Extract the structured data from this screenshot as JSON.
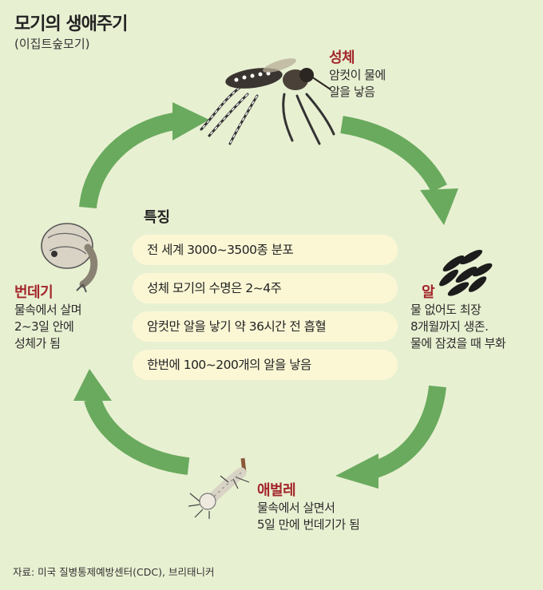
{
  "title": "모기의 생애주기",
  "subtitle": "(이집트숲모기)",
  "stages": {
    "adult": {
      "name": "성체",
      "desc": [
        "암컷이 물에",
        "알을 낳음"
      ]
    },
    "egg": {
      "name": "알",
      "desc": [
        "물 없어도 최장",
        "8개월까지 생존.",
        "물에 잠겼을 때 부화"
      ]
    },
    "larva": {
      "name": "애벌레",
      "desc": [
        "물속에서 살면서",
        "5일 만에 번데기가 됨"
      ]
    },
    "pupa": {
      "name": "번데기",
      "desc": [
        "물속에서 살며",
        "2~3일 안에",
        "성체가 됨"
      ]
    }
  },
  "features": {
    "title": "특징",
    "items": [
      "전 세계 3000~3500종 분포",
      "성체 모기의 수명은 2~4주",
      "암컷만 알을 낳기 약 36시간 전 흡혈",
      "한번에 100~200개의 알을 낳음"
    ]
  },
  "source": "자료: 미국 질병통제예방센터(CDC), 브리태니커",
  "colors": {
    "background": "#e8f0d2",
    "arrow": "#6aaa5e",
    "stage_name": "#a3262a",
    "pill": "#fbf7d5"
  }
}
